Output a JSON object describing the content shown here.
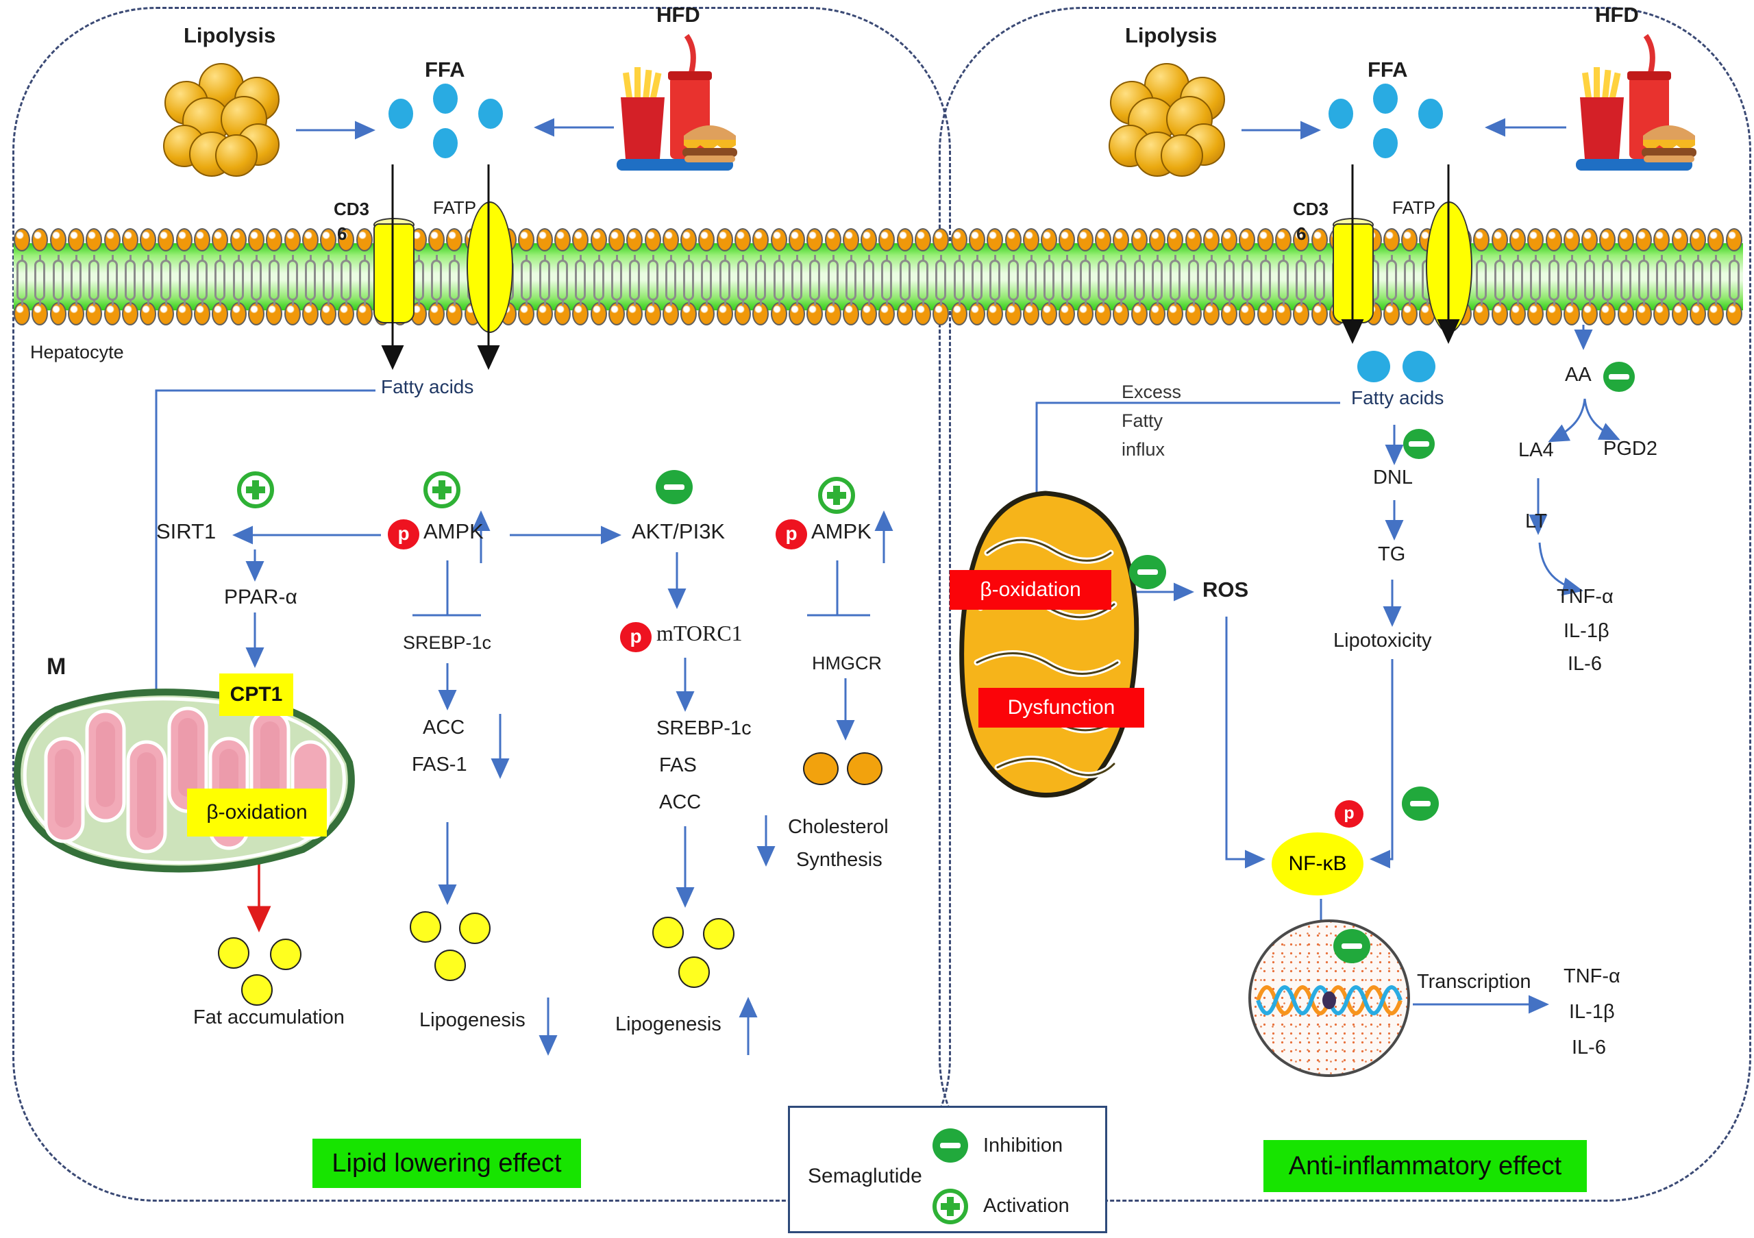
{
  "left_panel": {
    "lipolysis": "Lipolysis",
    "ffa": "FFA",
    "hfd": "HFD",
    "cd36_line1": "CD3",
    "cd36_line2": "6",
    "fatp": "FATP",
    "hepatocyte": "Hepatocyte",
    "fatty_acids": "Fatty acids",
    "p": "p",
    "sirt1": "SIRT1",
    "ampk": "AMPK",
    "akt_pi3k": "AKT/PI3K",
    "ampk2": "AMPK",
    "ppar": "PPAR-α",
    "srebp1c": "SREBP-1c",
    "mtorc1": "mTORC1",
    "acc": "ACC",
    "fas1": "FAS-1",
    "cpt1": "CPT1",
    "beta_oxidation": "β-oxidation",
    "m": "M",
    "fat_accumulation": "Fat accumulation",
    "lipogenesis_down": "Lipogenesis",
    "srebp_stack": [
      "SREBP-1c",
      "FAS",
      "ACC"
    ],
    "lipogenesis_up": "Lipogenesis",
    "hmgcr": "HMGCR",
    "cholesterol": [
      "Cholesterol",
      "Synthesis"
    ],
    "effect": "Lipid lowering effect"
  },
  "right_panel": {
    "lipolysis": "Lipolysis",
    "ffa": "FFA",
    "hfd": "HFD",
    "cd36_line1": "CD3",
    "cd36_line2": "6",
    "fatp": "FATP",
    "fatty_acids": "Fatty acids",
    "excess": [
      "Excess",
      "Fatty",
      "influx"
    ],
    "beta_oxidation": "β-oxidation",
    "dysfunction": "Dysfunction",
    "ros": "ROS",
    "dnl": "DNL",
    "tg": "TG",
    "lipotoxicity": "Lipotoxicity",
    "nfkb": "NF-κB",
    "p": "p",
    "aa": "AA",
    "la4": "LA4",
    "pgd2": "PGD2",
    "lt": "LT",
    "cytokines_upper": [
      "TNF-α",
      "IL-1β",
      "IL-6"
    ],
    "transcription": "Transcription",
    "cytokines_lower": [
      "TNF-α",
      "IL-1β",
      "IL-6"
    ],
    "effect": "Anti-inflammatory effect"
  },
  "legend": {
    "drug": "Semaglutide",
    "inhibition": "Inhibition",
    "activation": "Activation"
  },
  "colors": {
    "arrow_blue": "#4472c4",
    "inhibition_green": "#21a93c",
    "activation_green": "#2eb135",
    "highlight_green": "#17e400",
    "alert_red": "#fb0409",
    "phospho_red": "#ee1320",
    "transporter_yellow": "#ffff00",
    "ffa_blue": "#29abe2",
    "membrane_orange": "#f0980a"
  }
}
